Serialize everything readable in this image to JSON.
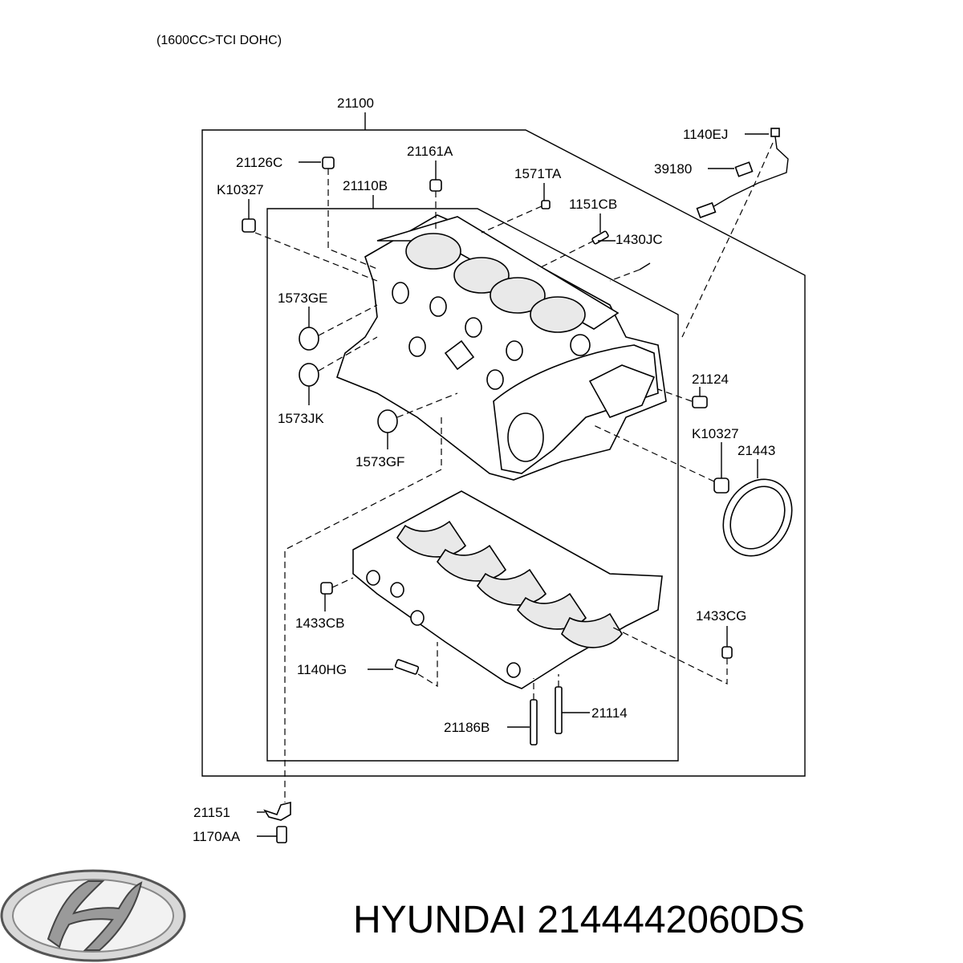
{
  "subtitle": "(1600CC>TCI DOHC)",
  "labels": {
    "l21100": "21100",
    "l1140EJ": "1140EJ",
    "l39180": "39180",
    "l21126C": "21126C",
    "l21161A": "21161A",
    "l1571TA": "1571TA",
    "lK10327a": "K10327",
    "l21110B": "21110B",
    "l1151CB": "1151CB",
    "l1430JC": "1430JC",
    "l1573GE": "1573GE",
    "l1573JK": "1573JK",
    "l1573GF": "1573GF",
    "l21124": "21124",
    "lK10327b": "K10327",
    "l21443": "21443",
    "l1433CB": "1433CB",
    "l1433CG": "1433CG",
    "l1140HG": "1140HG",
    "l21186B": "21186B",
    "l21114": "21114",
    "l21151": "21151",
    "l1170AA": "1170AA"
  },
  "brand": {
    "logo": "hyundai-logo",
    "caption": "HYUNDAI 2144442060DS"
  }
}
